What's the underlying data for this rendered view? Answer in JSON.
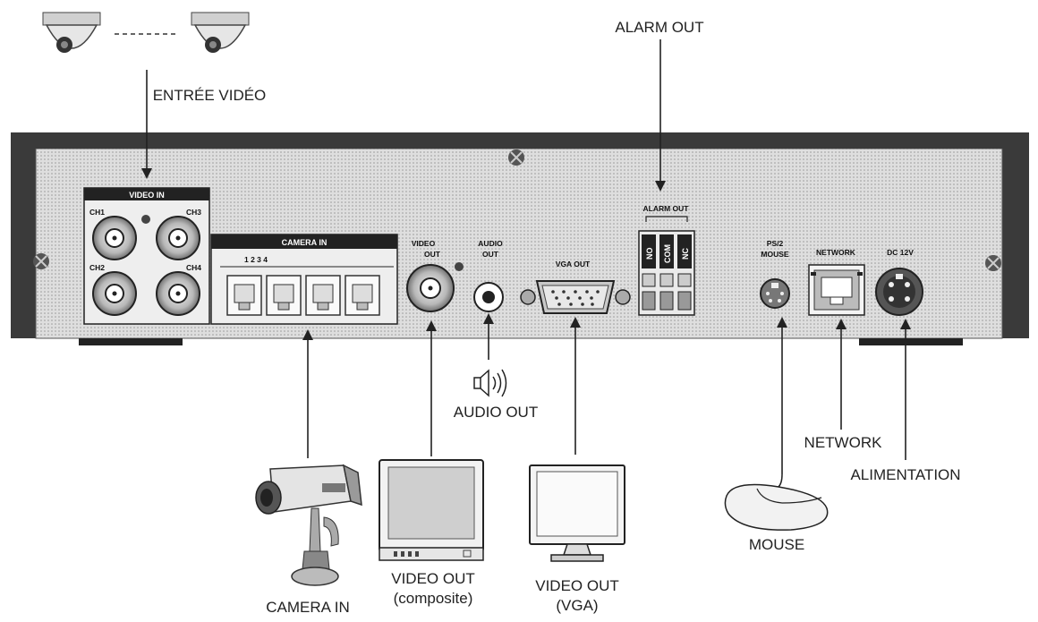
{
  "labels": {
    "entree_video": "ENTRÉE VIDÉO",
    "alarm_out": "ALARM OUT",
    "audio_out": "AUDIO OUT",
    "network": "NETWORK",
    "alimentation": "ALIMENTATION",
    "mouse": "MOUSE",
    "camera_in": "CAMERA IN",
    "video_out_composite_1": "VIDEO OUT",
    "video_out_composite_2": "(composite)",
    "video_out_vga_1": "VIDEO OUT",
    "video_out_vga_2": "(VGA)"
  },
  "panel": {
    "video_in": "VIDEO IN",
    "ch1": "CH1",
    "ch2": "CH2",
    "ch3": "CH3",
    "ch4": "CH4",
    "camera_in": "CAMERA IN",
    "camera_numbers": "1 2 3 4",
    "video_out_1": "VIDEO",
    "video_out_2": "OUT",
    "audio_out_1": "AUDIO",
    "audio_out_2": "OUT",
    "vga_out": "VGA OUT",
    "alarm_out": "ALARM OUT",
    "alarm_no": "NO",
    "alarm_com": "COM",
    "alarm_nc": "NC",
    "ps2_1": "PS/2",
    "ps2_2": "MOUSE",
    "network": "NETWORK",
    "dc12v": "DC 12V"
  },
  "colors": {
    "chassis": "#3a3a3a",
    "panel": "#d8d8d8",
    "line": "#222222"
  }
}
